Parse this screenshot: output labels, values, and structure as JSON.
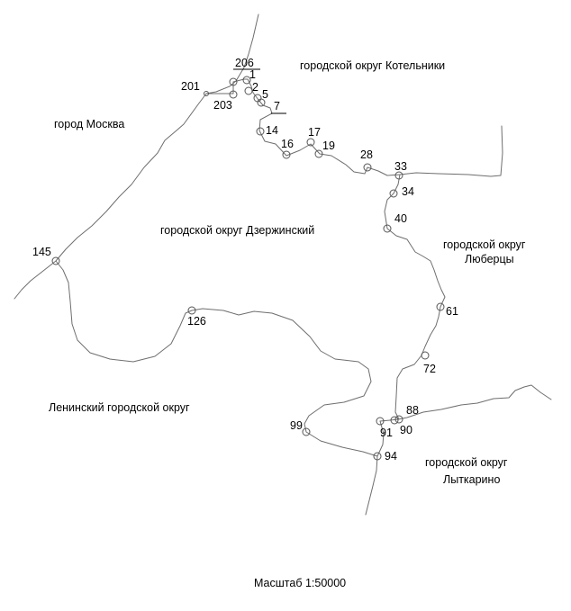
{
  "regions": {
    "moscow": "город Москва",
    "kotelniki": "городской округ Котельники",
    "dzerzhinsky": "городской округ Дзержинский",
    "lyubertsy_line1": "городской округ",
    "lyubertsy_line2": "Люберцы",
    "leninsky": "Ленинский городской округ",
    "lytkarino_line1": "городской округ",
    "lytkarino_line2": "Лыткарино"
  },
  "points": [
    "206",
    "1",
    "201",
    "2",
    "5",
    "203",
    "7",
    "14",
    "17",
    "16",
    "19",
    "28",
    "33",
    "34",
    "40",
    "145",
    "61",
    "126",
    "72",
    "88",
    "99",
    "91",
    "90",
    "94"
  ],
  "scale": "Масштаб 1:50000",
  "colors": {
    "boundary": "#6e6e6e",
    "marker": "#555555",
    "text": "#000000"
  }
}
